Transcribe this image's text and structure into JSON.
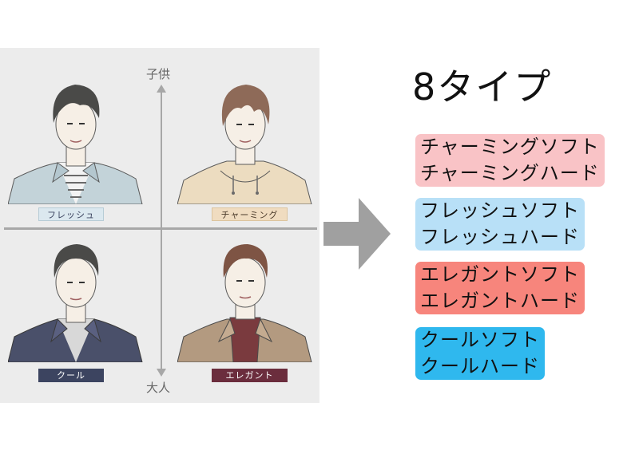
{
  "axis": {
    "top_label": "子供",
    "bottom_label": "大人"
  },
  "quadrants": {
    "fresh": {
      "label": "フレッシュ"
    },
    "charming": {
      "label": "チャーミング"
    },
    "cool": {
      "label": "クール"
    },
    "elegant": {
      "label": "エレガント"
    }
  },
  "title": "8タイプ",
  "types": [
    {
      "lines": [
        "チャーミングソフト",
        "チャーミングハード"
      ],
      "color": "#f9c3c6"
    },
    {
      "lines": [
        "フレッシュソフト",
        "フレッシュハード"
      ],
      "color": "#b8e0f7"
    },
    {
      "lines": [
        "エレガントソフト",
        "エレガントハード"
      ],
      "color": "#f7857c"
    },
    {
      "lines": [
        "クールソフト",
        "クールハード"
      ],
      "color": "#2fb8ee"
    }
  ],
  "colors": {
    "label_fresh_bg": "#dbe8ef",
    "label_charming_bg": "#f0dcc0",
    "label_cool_bg": "#3c4460",
    "label_elegant_bg": "#6b2d3d",
    "arrow": "#a0a0a0"
  }
}
